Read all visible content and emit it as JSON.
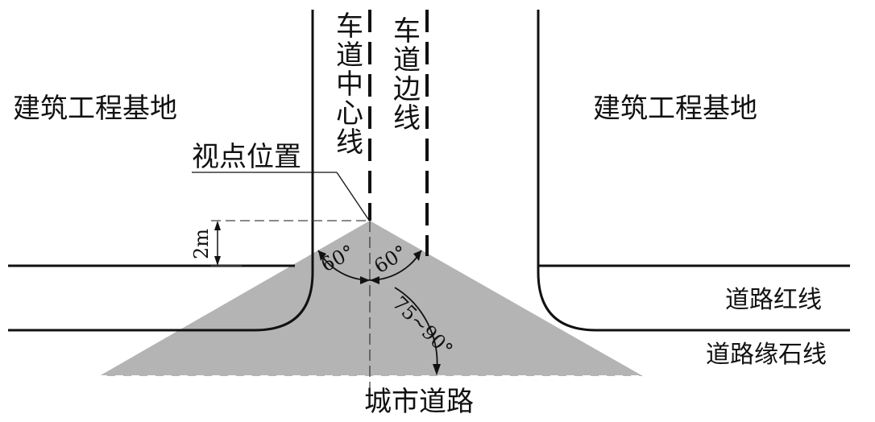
{
  "labels": {
    "site_left": "建筑工程基地",
    "site_right": "建筑工程基地",
    "centerline": "车道中心线",
    "edge_line": "车道边线",
    "viewpoint": "视点位置",
    "dimension": "2m",
    "red_line": "道路红线",
    "curb_line": "道路缘石线",
    "city_road": "城市道路",
    "angle_left": "60°",
    "angle_right": "60°",
    "angle_range": "75~90°"
  },
  "colors": {
    "sight_triangle": "#b4b4b4",
    "line": "#111111"
  }
}
